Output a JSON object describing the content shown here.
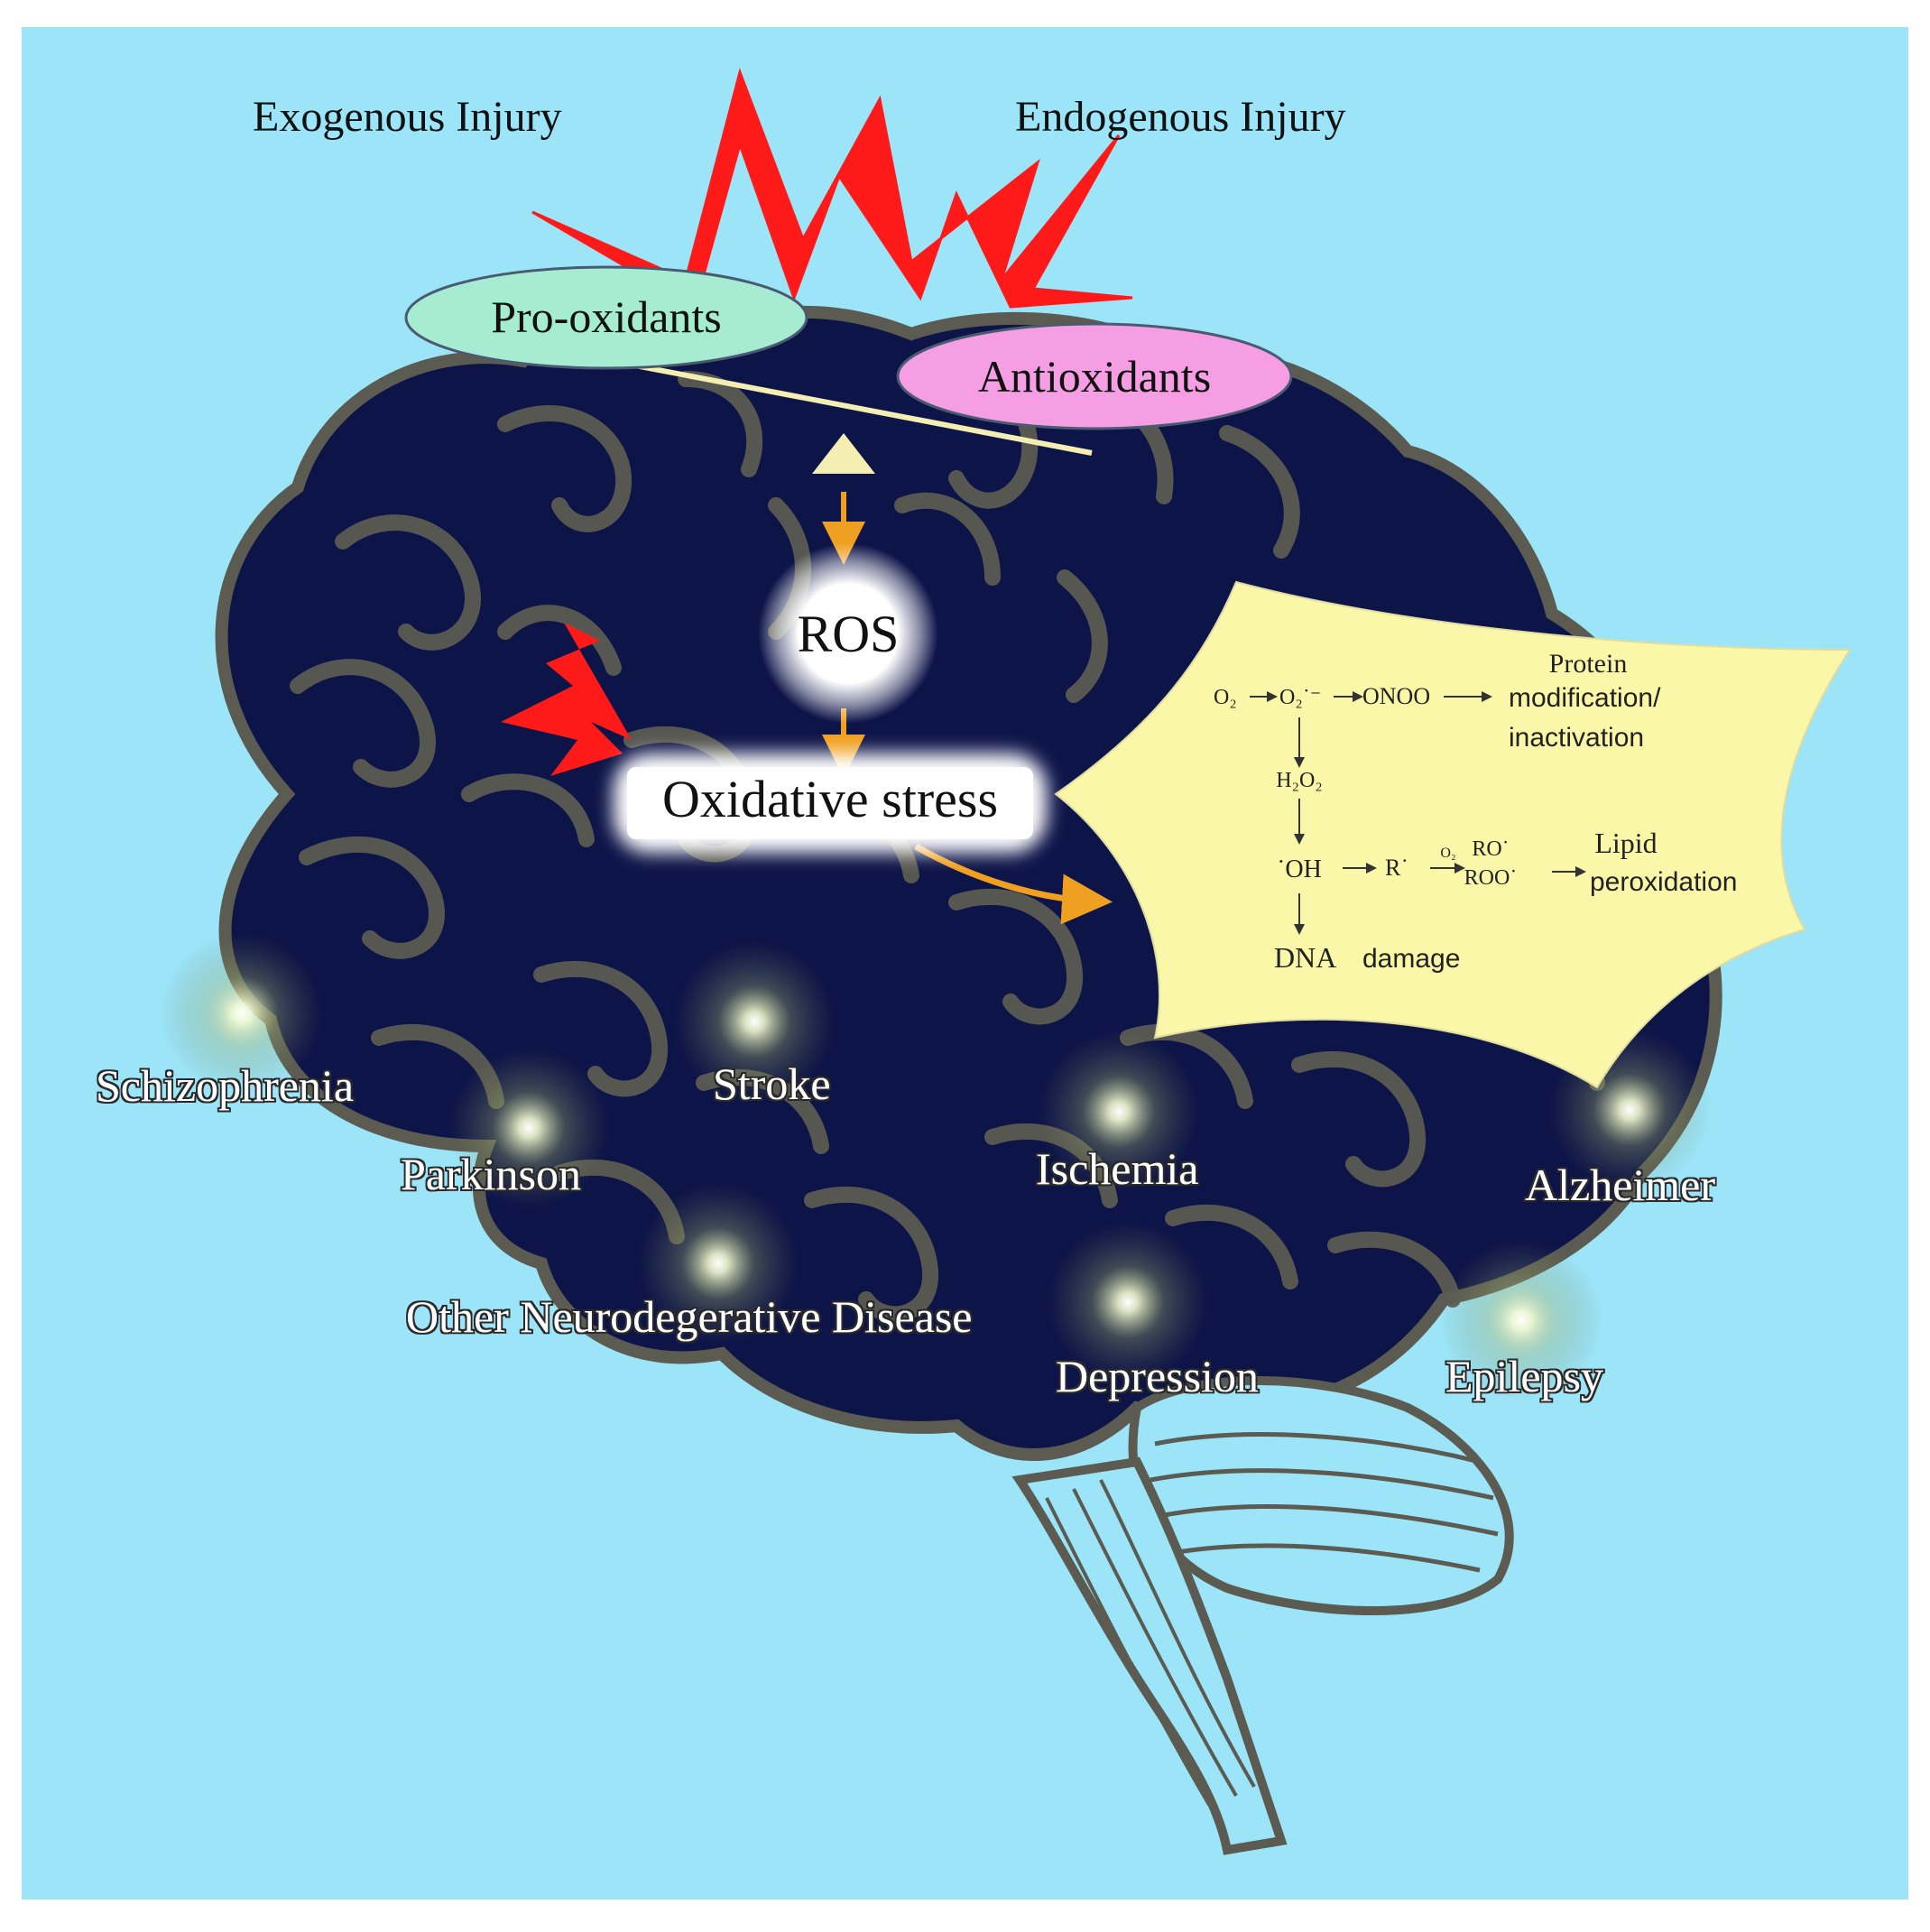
{
  "colors": {
    "background": "#9ce4f8",
    "brain_fill": "#0d1448",
    "brain_outline": "#5b5b52",
    "lightning": "#ff1a1a",
    "pro_oxidants_fill": "#a6ecd2",
    "antioxidants_fill": "#f59ee4",
    "balance_beam": "#f5eeb2",
    "arrow": "#f0a020",
    "star_fill": "#fbf7a8",
    "disease_glow": "#d8e69a"
  },
  "injury": {
    "exogenous": "Exogenous Injury",
    "endogenous": "Endogenous Injury"
  },
  "balance": {
    "pro_oxidants": "Pro-oxidants",
    "antioxidants": "Antioxidants"
  },
  "pathway": {
    "ros": "ROS",
    "oxidative_stress": "Oxidative stress"
  },
  "mechanism": {
    "o2": "O₂",
    "superoxide": "O₂˙⁻",
    "onoo": "ONOO",
    "protein_head": "Protein",
    "protein_tail_1": "modification/",
    "protein_tail_2": "inactivation",
    "h2o2": "H₂O₂",
    "oh_radical": "˙OH",
    "r_radical": "R˙",
    "o2_small": "O₂",
    "ro_radical": "RO˙",
    "roo_radical": "ROO˙",
    "lipid_head": "Lipid",
    "lipid_tail": "peroxidation",
    "dna_head": "DNA",
    "dna_tail": "damage"
  },
  "diseases": {
    "schizophrenia": "Schizophrenia",
    "stroke": "Stroke",
    "parkinson": "Parkinson",
    "ischemia": "Ischemia",
    "alzheimer": "Alzheimer",
    "other": "Other Neurodegerative Disease",
    "depression": "Depression",
    "epilepsy": "Epilepsy"
  }
}
